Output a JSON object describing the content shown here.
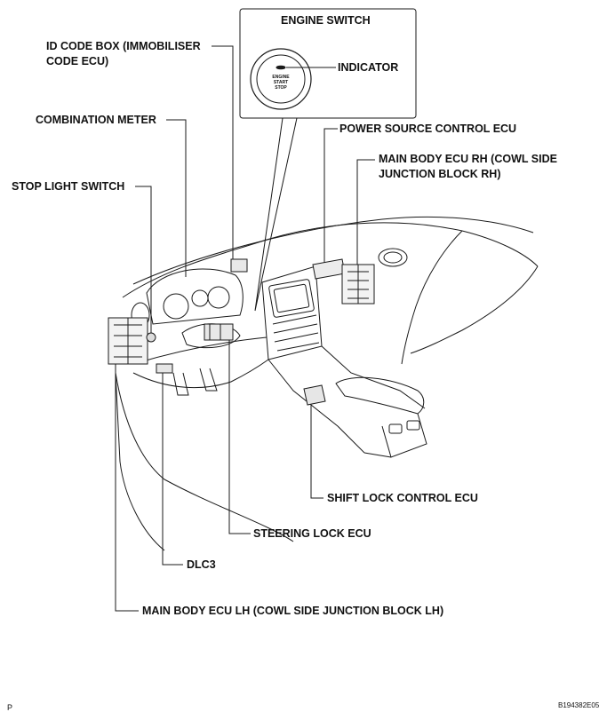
{
  "inset": {
    "title": "ENGINE SWITCH",
    "indicator": "INDICATOR",
    "button_lines": [
      "ENGINE",
      "START",
      "STOP"
    ]
  },
  "labels": {
    "id_code_box_line1": "ID CODE BOX (IMMOBILISER",
    "id_code_box_line2": "CODE ECU)",
    "combination_meter": "COMBINATION METER",
    "stop_light_switch": "STOP LIGHT SWITCH",
    "power_source_control_ecu": "POWER SOURCE CONTROL ECU",
    "main_body_ecu_rh_line1": "MAIN BODY ECU RH (COWL SIDE",
    "main_body_ecu_rh_line2": "JUNCTION BLOCK RH)",
    "shift_lock_control_ecu": "SHIFT LOCK CONTROL ECU",
    "steering_lock_ecu": "STEERING LOCK ECU",
    "dlc3": "DLC3",
    "main_body_ecu_lh": "MAIN BODY ECU LH (COWL SIDE JUNCTION BLOCK LH)"
  },
  "footer": {
    "left_mark": "P",
    "figure_code": "B194382E05"
  }
}
